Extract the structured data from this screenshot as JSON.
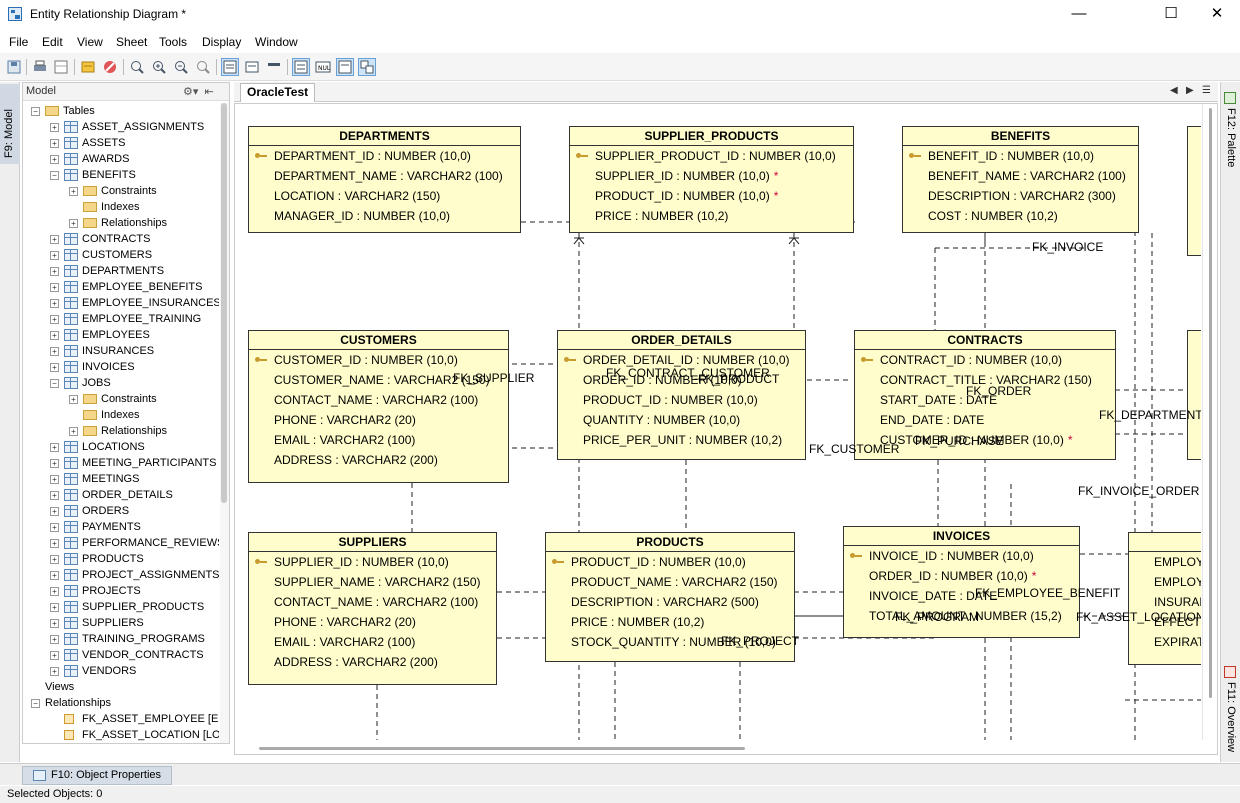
{
  "window": {
    "title": "Entity Relationship Diagram *",
    "minimize": "—",
    "maximize": "☐",
    "close": "✕"
  },
  "menu": [
    "File",
    "Edit",
    "View",
    "Sheet",
    "Tools",
    "Display",
    "Window"
  ],
  "left_tabs": {
    "model_tab": "F9: Model"
  },
  "right_tabs": {
    "palette": "F12: Palette",
    "overview": "F11: Overview"
  },
  "model_panel": {
    "title": "Model"
  },
  "tree": [
    {
      "label": "Tables",
      "level": 0,
      "expanded": true,
      "kind": "folder"
    },
    {
      "label": "ASSET_ASSIGNMENTS",
      "level": 1,
      "kind": "table"
    },
    {
      "label": "ASSETS",
      "level": 1,
      "kind": "table"
    },
    {
      "label": "AWARDS",
      "level": 1,
      "kind": "table"
    },
    {
      "label": "BENEFITS",
      "level": 1,
      "kind": "table",
      "expanded": true
    },
    {
      "label": "Constraints",
      "level": 2,
      "kind": "folder"
    },
    {
      "label": "Indexes",
      "level": 2,
      "kind": "folder",
      "noexp": true
    },
    {
      "label": "Relationships",
      "level": 2,
      "kind": "folder"
    },
    {
      "label": "CONTRACTS",
      "level": 1,
      "kind": "table"
    },
    {
      "label": "CUSTOMERS",
      "level": 1,
      "kind": "table"
    },
    {
      "label": "DEPARTMENTS",
      "level": 1,
      "kind": "table"
    },
    {
      "label": "EMPLOYEE_BENEFITS",
      "level": 1,
      "kind": "table"
    },
    {
      "label": "EMPLOYEE_INSURANCES",
      "level": 1,
      "kind": "table"
    },
    {
      "label": "EMPLOYEE_TRAINING",
      "level": 1,
      "kind": "table"
    },
    {
      "label": "EMPLOYEES",
      "level": 1,
      "kind": "table"
    },
    {
      "label": "INSURANCES",
      "level": 1,
      "kind": "table"
    },
    {
      "label": "INVOICES",
      "level": 1,
      "kind": "table"
    },
    {
      "label": "JOBS",
      "level": 1,
      "kind": "table",
      "expanded": true
    },
    {
      "label": "Constraints",
      "level": 2,
      "kind": "folder"
    },
    {
      "label": "Indexes",
      "level": 2,
      "kind": "folder",
      "noexp": true
    },
    {
      "label": "Relationships",
      "level": 2,
      "kind": "folder"
    },
    {
      "label": "LOCATIONS",
      "level": 1,
      "kind": "table"
    },
    {
      "label": "MEETING_PARTICIPANTS",
      "level": 1,
      "kind": "table"
    },
    {
      "label": "MEETINGS",
      "level": 1,
      "kind": "table"
    },
    {
      "label": "ORDER_DETAILS",
      "level": 1,
      "kind": "table"
    },
    {
      "label": "ORDERS",
      "level": 1,
      "kind": "table"
    },
    {
      "label": "PAYMENTS",
      "level": 1,
      "kind": "table"
    },
    {
      "label": "PERFORMANCE_REVIEWS",
      "level": 1,
      "kind": "table"
    },
    {
      "label": "PRODUCTS",
      "level": 1,
      "kind": "table"
    },
    {
      "label": "PROJECT_ASSIGNMENTS",
      "level": 1,
      "kind": "table"
    },
    {
      "label": "PROJECTS",
      "level": 1,
      "kind": "table"
    },
    {
      "label": "SUPPLIER_PRODUCTS",
      "level": 1,
      "kind": "table"
    },
    {
      "label": "SUPPLIERS",
      "level": 1,
      "kind": "table"
    },
    {
      "label": "TRAINING_PROGRAMS",
      "level": 1,
      "kind": "table"
    },
    {
      "label": "VENDOR_CONTRACTS",
      "level": 1,
      "kind": "table"
    },
    {
      "label": "VENDORS",
      "level": 1,
      "kind": "table"
    },
    {
      "label": "Views",
      "level": 0,
      "kind": "none",
      "noexp": true
    },
    {
      "label": "Relationships",
      "level": 0,
      "kind": "none",
      "expanded": true
    },
    {
      "label": "FK_ASSET_EMPLOYEE [EMPLOYEES]",
      "level": 1,
      "kind": "rel",
      "noexp": true
    },
    {
      "label": "FK_ASSET_LOCATION [LOCATIONS]",
      "level": 1,
      "kind": "rel",
      "noexp": true
    }
  ],
  "document_tab": "OracleTest",
  "entities": [
    {
      "name": "DEPARTMENTS",
      "columns": [
        {
          "text": "DEPARTMENT_ID : NUMBER (10,0)",
          "pk": true
        },
        {
          "text": "DEPARTMENT_NAME : VARCHAR2 (100)"
        },
        {
          "text": "LOCATION : VARCHAR2 (150)"
        },
        {
          "text": "MANAGER_ID : NUMBER (10,0)"
        }
      ]
    },
    {
      "name": "SUPPLIER_PRODUCTS",
      "columns": [
        {
          "text": "SUPPLIER_PRODUCT_ID : NUMBER (10,0)",
          "pk": true
        },
        {
          "text": "SUPPLIER_ID : NUMBER (10,0)",
          "fk": "*"
        },
        {
          "text": "PRODUCT_ID : NUMBER (10,0)",
          "fk": "*"
        },
        {
          "text": "PRICE : NUMBER (10,2)"
        }
      ]
    },
    {
      "name": "BENEFITS",
      "columns": [
        {
          "text": "BENEFIT_ID : NUMBER (10,0)",
          "pk": true
        },
        {
          "text": "BENEFIT_NAME : VARCHAR2 (100)"
        },
        {
          "text": "DESCRIPTION : VARCHAR2 (300)"
        },
        {
          "text": "COST : NUMBER (10,2)"
        }
      ]
    },
    {
      "name": "CUSTOMERS",
      "columns": [
        {
          "text": "CUSTOMER_ID : NUMBER (10,0)",
          "pk": true
        },
        {
          "text": "CUSTOMER_NAME : VARCHAR2 (150)"
        },
        {
          "text": "CONTACT_NAME : VARCHAR2 (100)"
        },
        {
          "text": "PHONE : VARCHAR2 (20)"
        },
        {
          "text": "EMAIL : VARCHAR2 (100)"
        },
        {
          "text": "ADDRESS : VARCHAR2 (200)"
        }
      ]
    },
    {
      "name": "ORDER_DETAILS",
      "columns": [
        {
          "text": "ORDER_DETAIL_ID : NUMBER (10,0)",
          "pk": true
        },
        {
          "text": "ORDER_ID : NUMBER (10,0)"
        },
        {
          "text": "PRODUCT_ID : NUMBER (10,0)"
        },
        {
          "text": "QUANTITY : NUMBER (10,0)"
        },
        {
          "text": "PRICE_PER_UNIT : NUMBER (10,2)"
        }
      ]
    },
    {
      "name": "CONTRACTS",
      "columns": [
        {
          "text": "CONTRACT_ID : NUMBER (10,0)",
          "pk": true
        },
        {
          "text": "CONTRACT_TITLE : VARCHAR2 (150)"
        },
        {
          "text": "START_DATE : DATE"
        },
        {
          "text": "END_DATE : DATE"
        },
        {
          "text": "CUSTOMER_ID : NUMBER (10,0)",
          "fk": "*"
        }
      ]
    },
    {
      "name": "SUPPLIERS",
      "columns": [
        {
          "text": "SUPPLIER_ID : NUMBER (10,0)",
          "pk": true
        },
        {
          "text": "SUPPLIER_NAME : VARCHAR2 (150)"
        },
        {
          "text": "CONTACT_NAME : VARCHAR2 (100)"
        },
        {
          "text": "PHONE : VARCHAR2 (20)"
        },
        {
          "text": "EMAIL : VARCHAR2 (100)"
        },
        {
          "text": "ADDRESS : VARCHAR2 (200)"
        }
      ]
    },
    {
      "name": "PRODUCTS",
      "columns": [
        {
          "text": "PRODUCT_ID : NUMBER (10,0)",
          "pk": true
        },
        {
          "text": "PRODUCT_NAME : VARCHAR2 (150)"
        },
        {
          "text": "DESCRIPTION : VARCHAR2 (500)"
        },
        {
          "text": "PRICE : NUMBER (10,2)"
        },
        {
          "text": "STOCK_QUANTITY : NUMBER (10,0)"
        }
      ]
    },
    {
      "name": "INVOICES",
      "columns": [
        {
          "text": "INVOICE_ID : NUMBER (10,0)",
          "pk": true
        },
        {
          "text": "ORDER_ID : NUMBER (10,0)",
          "fk": "*"
        },
        {
          "text": "INVOICE_DATE : DATE"
        },
        {
          "text": "TOTAL_AMOUNT : NUMBER (15,2)"
        }
      ]
    },
    {
      "name": "",
      "columns": [
        {
          "text": "EMPLOYEE_ID"
        },
        {
          "text": "EMPLOYEE_NAME"
        },
        {
          "text": "INSURANCE"
        },
        {
          "text": "EFFECTIVE"
        },
        {
          "text": "EXPIRATION"
        }
      ]
    }
  ],
  "relationship_labels": [
    "FK_INVOICE",
    "FK_SUPPLIER",
    "FK_CONTRACT_CUSTOMER",
    "FK_PRODUCT",
    "FK_ORDER",
    "FK_DEPARTMENT",
    "FK_CUSTOMER",
    "FK_PURCHASE",
    "FK_INVOICE_ORDER",
    "FK_EMPLOYEE_BENEFIT",
    "FK_PROGRAM",
    "FK_ASSET_LOCATION",
    "FK_PROJECT"
  ],
  "bottom_tabs": {
    "object_properties": "F10: Object Properties"
  },
  "status": {
    "text": "Selected Objects: 0"
  }
}
